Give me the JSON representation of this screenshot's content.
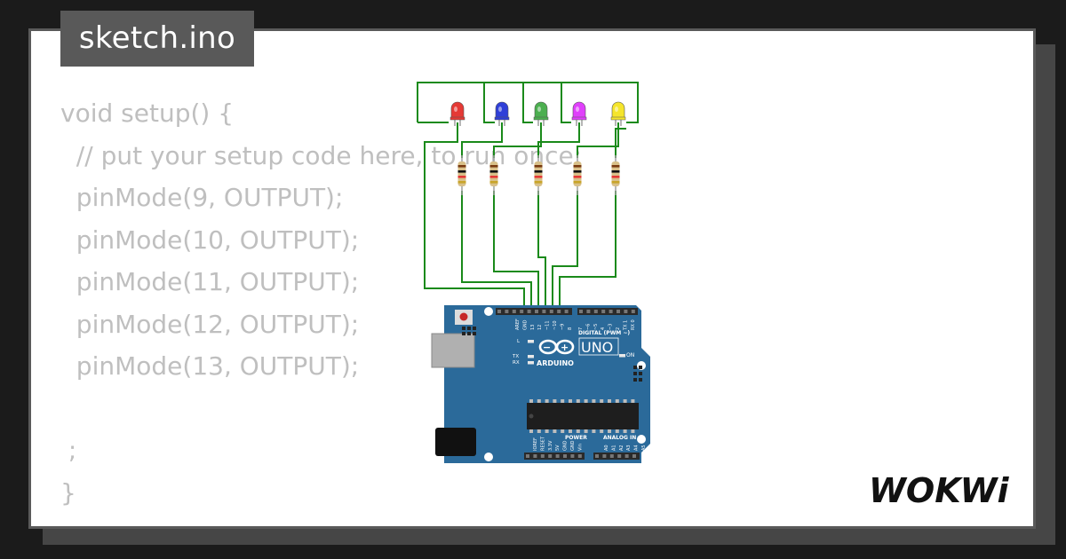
{
  "file_tab": {
    "label": "sketch.ino"
  },
  "code_lines": [
    "void setup() {",
    "  // put your setup code here, to run once:",
    "  pinMode(9, OUTPUT);",
    "  pinMode(10, OUTPUT);",
    "  pinMode(11, OUTPUT);",
    "  pinMode(12, OUTPUT);",
    "  pinMode(13, OUTPUT);",
    "",
    " ;",
    "}"
  ],
  "board": {
    "brand": "ARDUINO",
    "model": "UNO",
    "digital_label": "DIGITAL (PWM ~)",
    "power_label": "POWER",
    "analog_label": "ANALOG IN",
    "on_label": "ON",
    "l_label": "L",
    "tx_label": "TX",
    "rx_label": "RX",
    "header_top_left": [
      "AREF",
      "GND",
      "13",
      "12",
      "~11",
      "~10",
      "~9",
      "8"
    ],
    "header_top_right": [
      "7",
      "~6",
      "~5",
      "4",
      "~3",
      "2",
      "TX 1",
      "RX 0"
    ],
    "header_power": [
      "IOREF",
      "RESET",
      "3.3V",
      "5V",
      "GND",
      "GND",
      "Vin"
    ],
    "header_analog": [
      "A0",
      "A1",
      "A2",
      "A3",
      "A4",
      "A5"
    ]
  },
  "leds": [
    {
      "color": "#e53935",
      "name": "red"
    },
    {
      "color": "#2f3fd8",
      "name": "blue"
    },
    {
      "color": "#4caf50",
      "name": "green"
    },
    {
      "color": "#e040fb",
      "name": "magenta"
    },
    {
      "color": "#f5e52c",
      "name": "yellow"
    }
  ],
  "colors": {
    "wire": "#1a8a1a",
    "board": "#2b6a9a",
    "code_text": "#bfbfbf"
  },
  "logo": {
    "text": "WOKWi"
  }
}
